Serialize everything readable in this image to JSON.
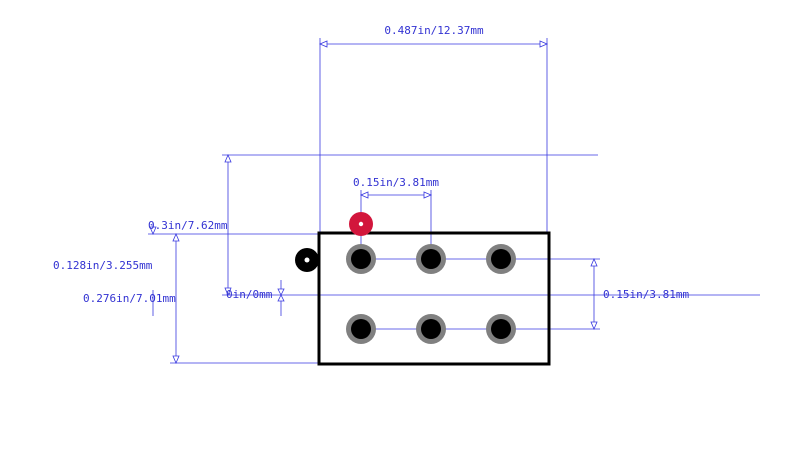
{
  "dimensions": {
    "body_width": "0.487in/12.37mm",
    "pitch_x": "0.15in/3.81mm",
    "row_spacing": "0.3in/7.62mm",
    "pin_span_y": "0.128in/3.255mm",
    "body_height": "0.276in/7.01mm",
    "origin": "0in/0mm",
    "pitch_y": "0.15in/3.81mm"
  },
  "pads": {
    "count": 6,
    "rows": 2,
    "cols": 3,
    "pad_color": "#808080",
    "hole_color": "#000000"
  },
  "markers": {
    "pin1_color": "#d2163c",
    "orientation_color": "#000000"
  },
  "colors": {
    "dimension": "#3838e0",
    "outline": "#000000"
  }
}
